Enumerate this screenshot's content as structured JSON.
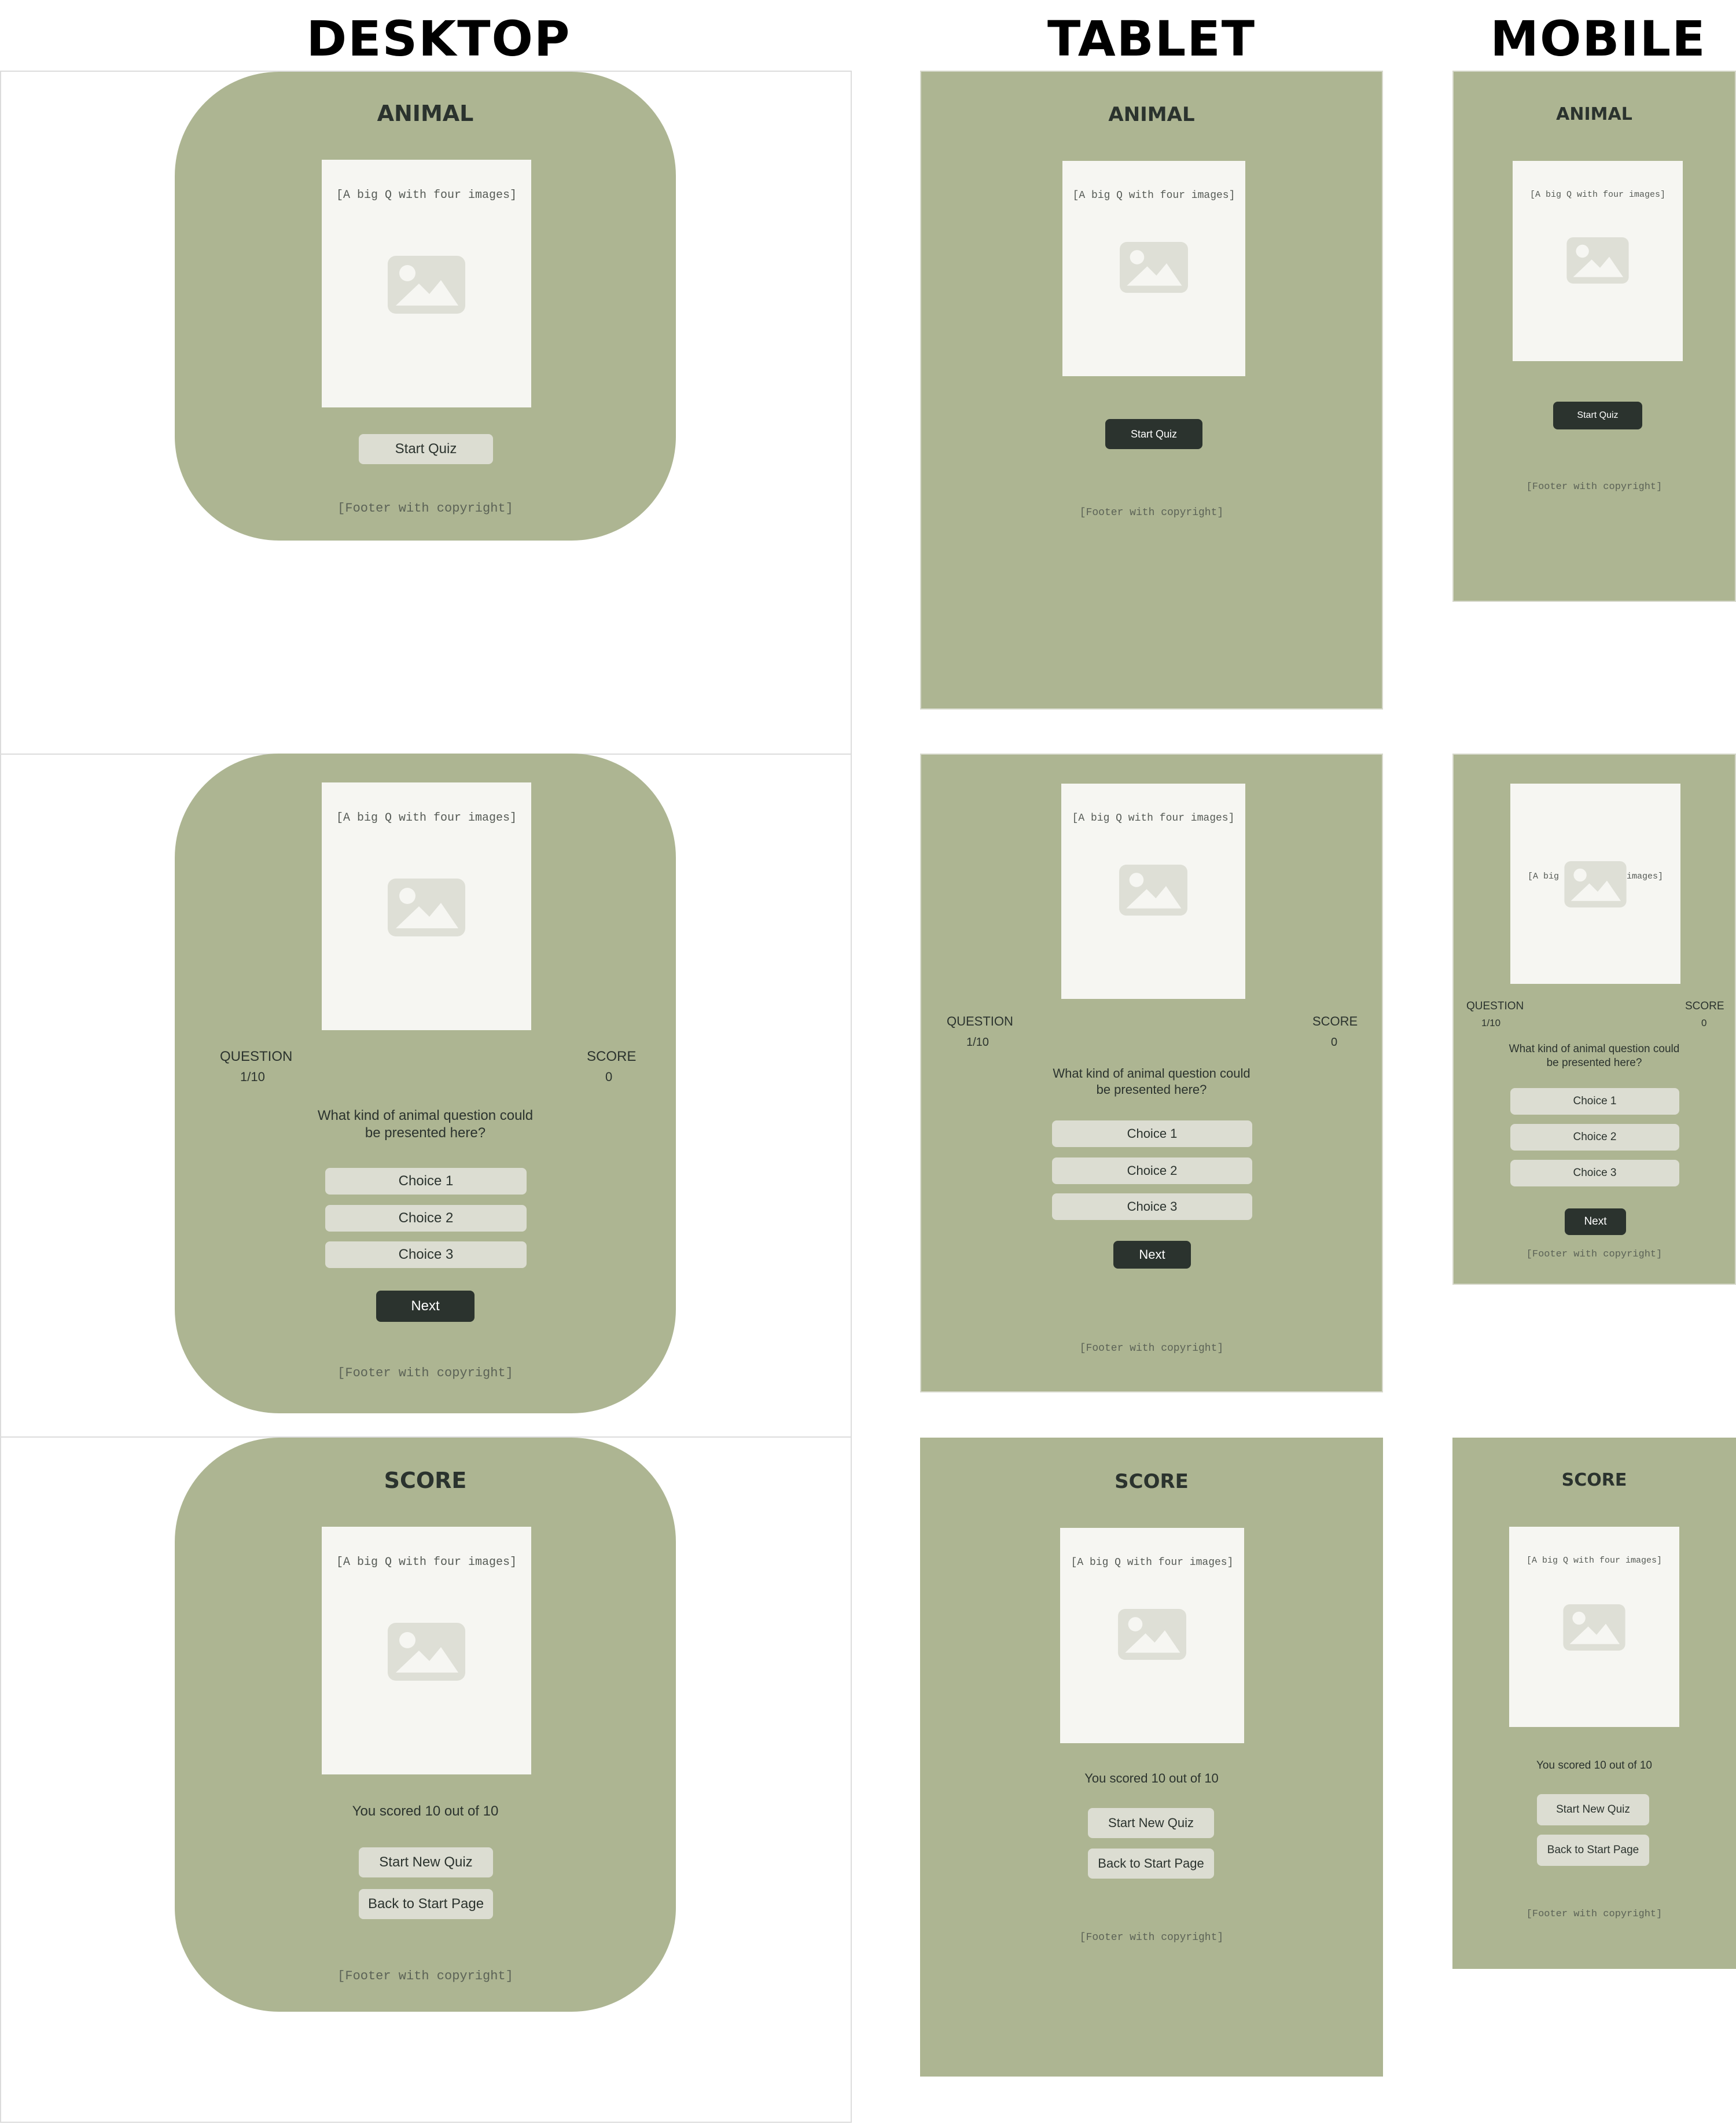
{
  "columns": {
    "desktop": "DESKTOP",
    "tablet": "TABLET",
    "mobile": "MOBILE"
  },
  "start": {
    "title": "ANIMAL",
    "start_button": "Start Quiz"
  },
  "common": {
    "hero_caption": "[A big Q with four images]",
    "hero_icon": "image-placeholder-icon",
    "footer": "[Footer with copyright]"
  },
  "question": {
    "question_label": "QUESTION",
    "question_value": "1/10",
    "score_label": "SCORE",
    "score_value": "0",
    "prompt_line1": "What kind of animal question could",
    "prompt_line2": "be presented here?",
    "choices": [
      "Choice 1",
      "Choice 2",
      "Choice 3"
    ],
    "next_button": "Next"
  },
  "result": {
    "title": "SCORE",
    "message": "You scored 10 out of 10",
    "new_quiz_button": "Start New Quiz",
    "back_button": "Back to Start Page"
  },
  "colors": {
    "screen_bg": "#adb592",
    "dark": "#2b332e",
    "light_button": "#dcddd2",
    "hero_bg": "#f6f6f2",
    "icon": "#dedfd6"
  }
}
